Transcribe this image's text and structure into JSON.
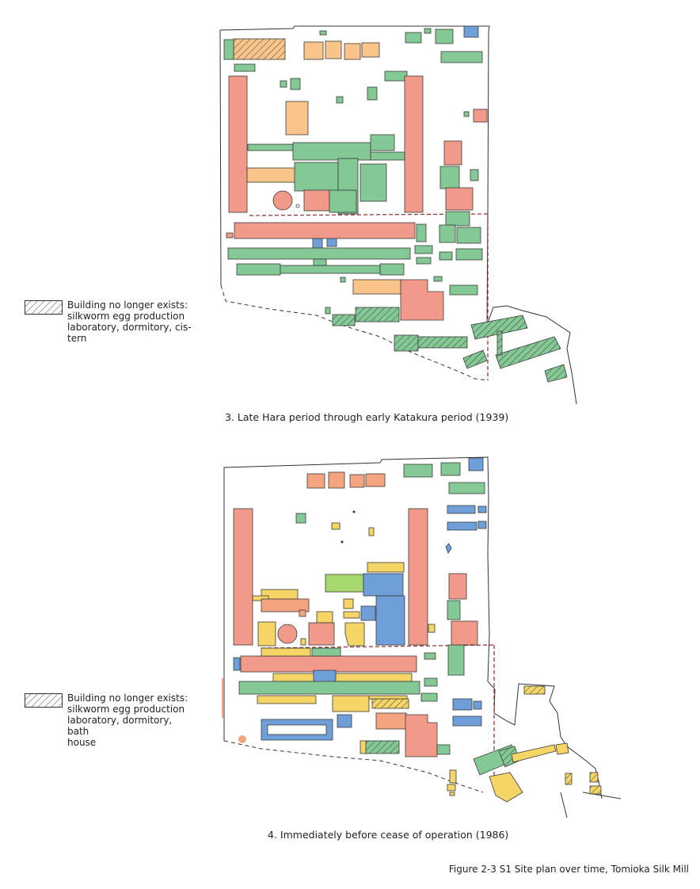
{
  "colors": {
    "red": "#f19a8a",
    "green": "#84c995",
    "orange": "#f8c489",
    "yellow": "#f6d567",
    "blue": "#6f9fd8",
    "salmon": "#f4a57f",
    "lime": "#a6d86f"
  },
  "plan1": {
    "legend_text": "Building no longer exists:\nsilkworm egg production\nlaboratory, dormitory, cis-\ntern",
    "caption": "3. Late Hara period through early Katakura period (1939)"
  },
  "plan2": {
    "legend_text": "Building no longer exists:\nsilkworm egg production\nlaboratory, dormitory, bath\nhouse",
    "caption": "4. Immediately before cease of operation (1986)"
  },
  "figure_caption": "Figure 2-3 S1 Site plan over time, Tomioka Silk Mill"
}
